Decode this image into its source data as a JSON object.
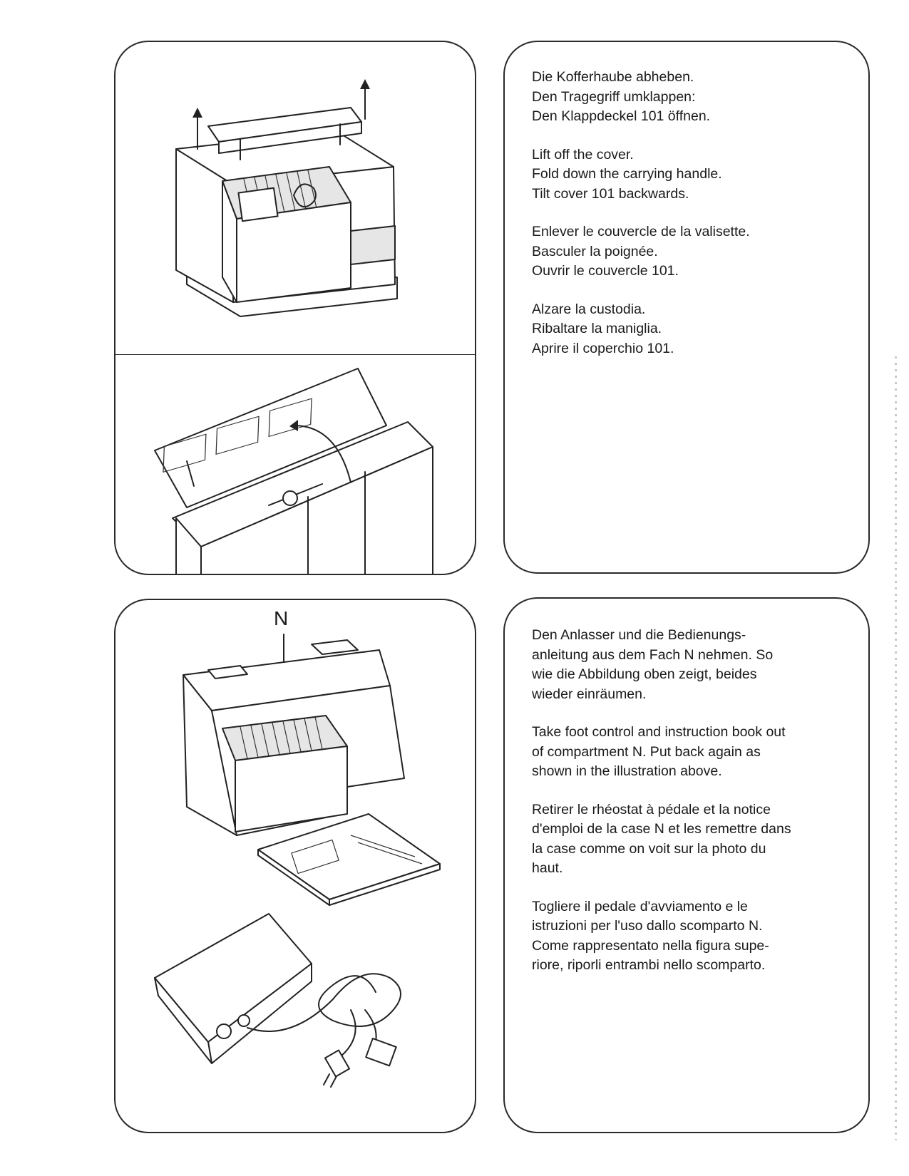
{
  "panels": {
    "top_text": {
      "de": [
        "Die Kofferhaube abheben.",
        "Den Tragegriff umklappen:",
        "Den Klappdeckel 101 öffnen."
      ],
      "en": [
        "Lift off the cover.",
        "Fold down the carrying handle.",
        "Tilt cover 101 backwards."
      ],
      "fr": [
        "Enlever le couvercle de la valisette.",
        "Basculer la poignée.",
        "Ouvrir le couvercle 101."
      ],
      "it": [
        "Alzare la custodia.",
        "Ribaltare la maniglia.",
        "Aprire il coperchio 101."
      ]
    },
    "bottom_text": {
      "de": [
        "Den Anlasser und die Bedienungs-",
        "anleitung aus dem Fach N nehmen. So",
        "wie die Abbildung oben zeigt, beides",
        "wieder einräumen."
      ],
      "en": [
        "Take foot control and instruction book out",
        "of compartment N. Put back again as",
        "shown in the illustration above."
      ],
      "fr": [
        "Retirer le rhéostat à pédale et la notice",
        "d'emploi de la case N et les remettre dans",
        "la case comme on voit sur la photo du",
        "haut."
      ],
      "it": [
        "Togliere il pedale d'avviamento e le",
        "istruzioni per l'uso dallo scomparto N.",
        "Come rappresentato nella figura supe-",
        "riore, riporli entrambi nello scomparto."
      ]
    },
    "compartment_label": "N"
  },
  "icons": [
    "cover-lift-arrow-icon",
    "tilt-cover-arrow-icon"
  ]
}
